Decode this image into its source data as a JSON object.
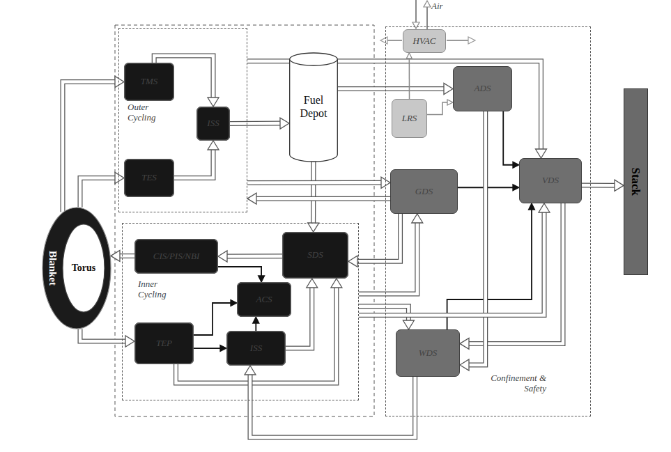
{
  "diagram": {
    "nodes": [
      {
        "text": [
          "Outer Cycling"
        ]
      },
      {
        "text": [
          "TMS"
        ],
        "in": 0
      },
      {
        "text": [
          "ISS"
        ],
        "in": 0
      },
      {
        "text": [
          "TES"
        ],
        "in": 0
      },
      {
        "text": [
          "Fuel Depot"
        ]
      },
      {
        "text": [
          "Blanket",
          "Torus"
        ]
      },
      {
        "text": [
          "Inner Cycling"
        ]
      },
      {
        "text": [
          "CIS/PIS/NBI"
        ],
        "in": 6
      },
      {
        "text": [
          "SDS"
        ],
        "in": 6
      },
      {
        "text": [
          "ACS"
        ],
        "in": 6
      },
      {
        "text": [
          "TEP"
        ],
        "in": 6
      },
      {
        "text": [
          "ISS"
        ],
        "in": 6
      },
      {
        "text": [
          "Confinement & Safety"
        ]
      },
      {
        "text": [
          "HVAC"
        ],
        "in": 12
      },
      {
        "text": [
          "ADS"
        ],
        "in": 12
      },
      {
        "text": [
          "LRS"
        ],
        "in": 12
      },
      {
        "text": [
          "GDS"
        ],
        "in": 12
      },
      {
        "text": [
          "VDS"
        ],
        "in": 12
      },
      {
        "text": [
          "WDS"
        ],
        "in": 12
      },
      {
        "text": [
          "Stack"
        ]
      }
    ],
    "edges": [
      {
        "from": 5,
        "to": 1,
        "arrow": "to"
      },
      {
        "from": 5,
        "to": 3,
        "arrow": "to"
      },
      {
        "from": 1,
        "to": 2,
        "arrow": "to"
      },
      {
        "from": 3,
        "to": 2,
        "arrow": "to"
      },
      {
        "from": 2,
        "to": 4,
        "arrow": "to"
      },
      {
        "from": 4,
        "to": 8,
        "arrow": "to"
      },
      {
        "from": 0,
        "to": 16,
        "arrow": "to"
      },
      {
        "from": 16,
        "to": 0,
        "arrow": "to"
      },
      {
        "from": 4,
        "to": 14,
        "arrow": "to"
      },
      {
        "from": 0,
        "to": 17,
        "arrow": "to"
      },
      {
        "from": 8,
        "to": 7,
        "arrow": "to"
      },
      {
        "from": 7,
        "to": 5,
        "arrow": "to"
      },
      {
        "from": 7,
        "to": 9,
        "arrow": "to"
      },
      {
        "from": 10,
        "to": 9,
        "arrow": "to"
      },
      {
        "from": 11,
        "to": 9,
        "arrow": "to"
      },
      {
        "from": 5,
        "to": 10,
        "arrow": "to"
      },
      {
        "from": 10,
        "to": 11,
        "arrow": "to"
      },
      {
        "from": 11,
        "to": 8,
        "arrow": "to"
      },
      {
        "from": 10,
        "to": 8,
        "arrow": "to"
      },
      {
        "from": 18,
        "to": 11,
        "arrow": "to"
      },
      {
        "from": 16,
        "to": 8,
        "arrow": "to"
      },
      {
        "from": 14,
        "to": 17,
        "arrow": "to"
      },
      {
        "from": 16,
        "to": 17,
        "arrow": "to"
      },
      {
        "from": 18,
        "to": 17,
        "arrow": "to"
      },
      {
        "from": 17,
        "to": 19,
        "arrow": "to"
      },
      {
        "from": 17,
        "to": 18,
        "arrow": "to"
      },
      {
        "from": 14,
        "to": 18,
        "arrow": "to"
      },
      {
        "from": 6,
        "to": 18,
        "arrow": "to"
      },
      {
        "from": 6,
        "to": 16,
        "arrow": "to"
      },
      {
        "from": 6,
        "to": 17,
        "arrow": "to"
      },
      {
        "from": 15,
        "to": 13,
        "arrow": "to"
      },
      {
        "from": 15,
        "to": 14,
        "arrow": "to"
      }
    ],
    "labels": [
      "Air"
    ]
  }
}
